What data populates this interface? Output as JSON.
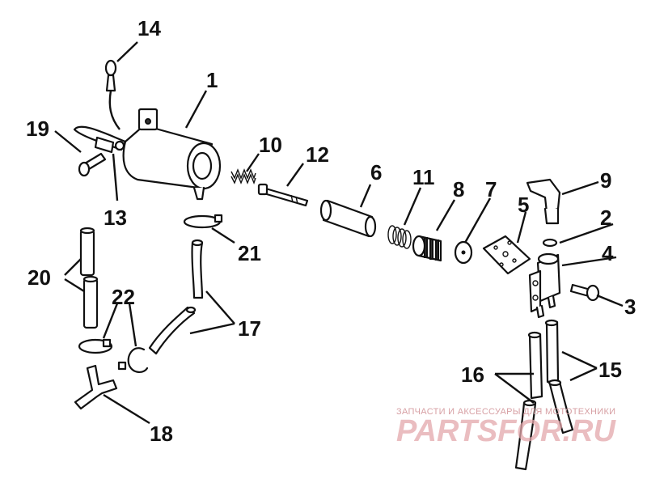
{
  "labels": {
    "l1": "1",
    "l2": "2",
    "l3": "3",
    "l4": "4",
    "l5": "5",
    "l6": "6",
    "l7": "7",
    "l8": "8",
    "l9": "9",
    "l10": "10",
    "l11": "11",
    "l12": "12",
    "l13": "13",
    "l14": "14",
    "l15": "15",
    "l16": "16",
    "l17": "17",
    "l18": "18",
    "l19": "19",
    "l20": "20",
    "l21": "21",
    "l22": "22"
  },
  "watermark": {
    "subtitle": "ЗАПЧАСТИ И АКСЕССУАРЫ ДЛЯ МОТОТЕХНИКИ",
    "brand": "PARTSFOR.RU"
  },
  "colors": {
    "ink": "#111111",
    "watermark": "#e3a7ab"
  }
}
